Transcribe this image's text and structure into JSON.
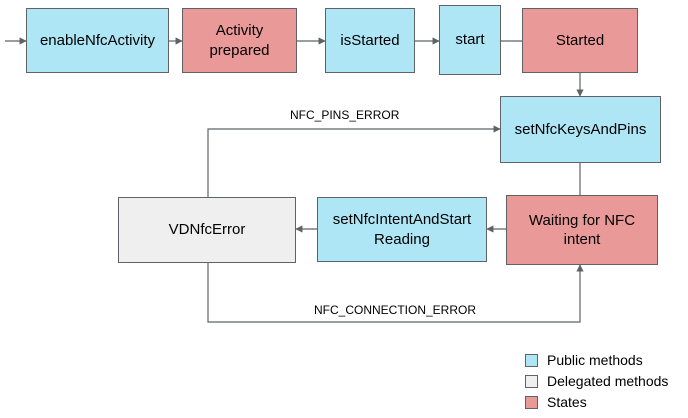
{
  "nodes": {
    "enableNfcActivity": "enableNfcActivity",
    "activityPrepared": "Activity prepared",
    "isStarted": "isStarted",
    "start": "start",
    "started": "Started",
    "setNfcKeysAndPins": "setNfcKeysAndPins",
    "waitingForNfcIntent": "Waiting for NFC intent",
    "setNfcIntentAndStartReading": "setNfcIntentAndStart Reading",
    "vdNfcError": "VDNfcError"
  },
  "edge_labels": {
    "pins_error": "NFC_PINS_ERROR",
    "connection_error": "NFC_CONNECTION_ERROR"
  },
  "legend": {
    "public": "Public methods",
    "delegated": "Delegated methods",
    "states": "States"
  },
  "colors": {
    "public": "#aee6f6",
    "state": "#ea9999",
    "delegated": "#efefef",
    "line": "#5f6368"
  }
}
